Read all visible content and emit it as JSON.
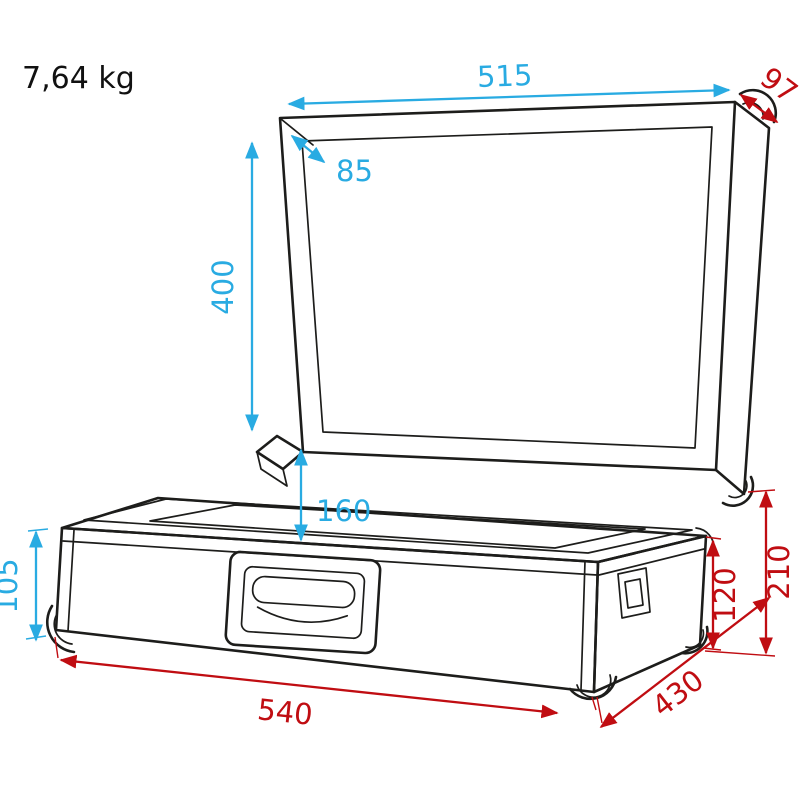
{
  "meta": {
    "title": "Flight case technical dimension drawing"
  },
  "weight": {
    "label": "7,64 kg"
  },
  "colors": {
    "dimension_blue": "#29abe2",
    "dimension_red": "#c00d12",
    "line_black": "#1d1d1b",
    "background": "#ffffff"
  },
  "dimensions": {
    "blue": [
      {
        "id": "lid-width",
        "value": "515"
      },
      {
        "id": "lid-edge-width",
        "value": "85"
      },
      {
        "id": "lid-height",
        "value": "400"
      },
      {
        "id": "inner-depth",
        "value": "160"
      },
      {
        "id": "front-height",
        "value": "105"
      }
    ],
    "red": [
      {
        "id": "lid-depth",
        "value": "97"
      },
      {
        "id": "side-height",
        "value": "120"
      },
      {
        "id": "total-height",
        "value": "210"
      },
      {
        "id": "base-width",
        "value": "540"
      },
      {
        "id": "base-depth",
        "value": "430"
      }
    ]
  }
}
